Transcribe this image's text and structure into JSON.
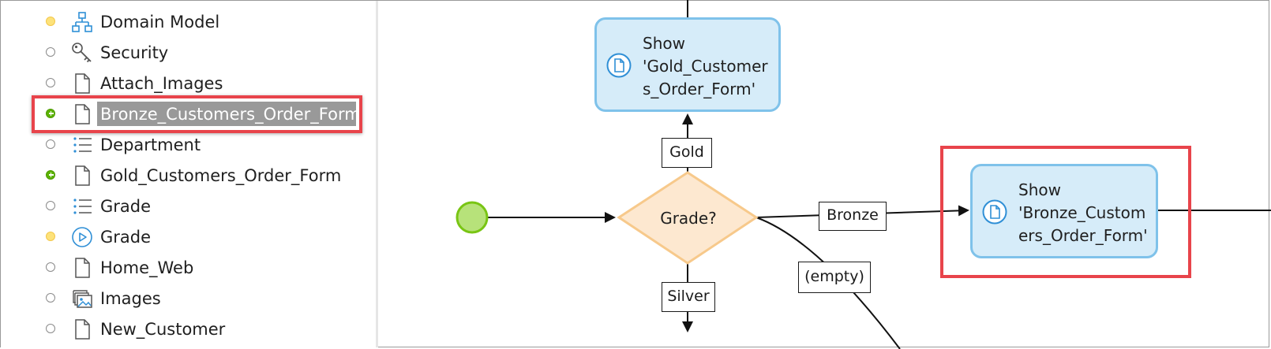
{
  "project_tree": {
    "items": [
      {
        "label": "Domain Model",
        "status": "yellow",
        "icon": "domain-model-icon"
      },
      {
        "label": "Security",
        "status": "empty",
        "icon": "key-icon"
      },
      {
        "label": "Attach_Images",
        "status": "empty",
        "icon": "page-icon"
      },
      {
        "label": "Bronze_Customers_Order_Form",
        "status": "added",
        "icon": "page-icon",
        "selected": true
      },
      {
        "label": "Department",
        "status": "empty",
        "icon": "list-icon"
      },
      {
        "label": "Gold_Customers_Order_Form",
        "status": "added",
        "icon": "page-icon"
      },
      {
        "label": "Grade",
        "status": "empty",
        "icon": "list-icon"
      },
      {
        "label": "Grade",
        "status": "yellow",
        "icon": "microflow-icon"
      },
      {
        "label": "Home_Web",
        "status": "empty",
        "icon": "page-icon"
      },
      {
        "label": "Images",
        "status": "empty",
        "icon": "image-collection-icon"
      },
      {
        "label": "New_Customer",
        "status": "empty",
        "icon": "page-icon"
      }
    ]
  },
  "flow": {
    "decision": {
      "label": "Grade?"
    },
    "activities": {
      "gold": {
        "text": "Show\n'Gold_Customer\ns_Order_Form'",
        "icon": "page-icon"
      },
      "bronze": {
        "text": "Show\n'Bronze_Custom\ners_Order_Form'",
        "icon": "page-icon"
      }
    },
    "edges": {
      "gold": "Gold",
      "bronze": "Bronze",
      "silver": "Silver",
      "empty": "(empty)"
    }
  },
  "colors": {
    "highlight": "#e8444b",
    "activity_fill": "#d6ecf9",
    "activity_border": "#7fc2ea",
    "decision_fill": "#fde8d0",
    "decision_border": "#f7c98b",
    "start_event": "#b7e27a",
    "status_added": "#5cb300",
    "status_yellow": "#fde27a"
  }
}
